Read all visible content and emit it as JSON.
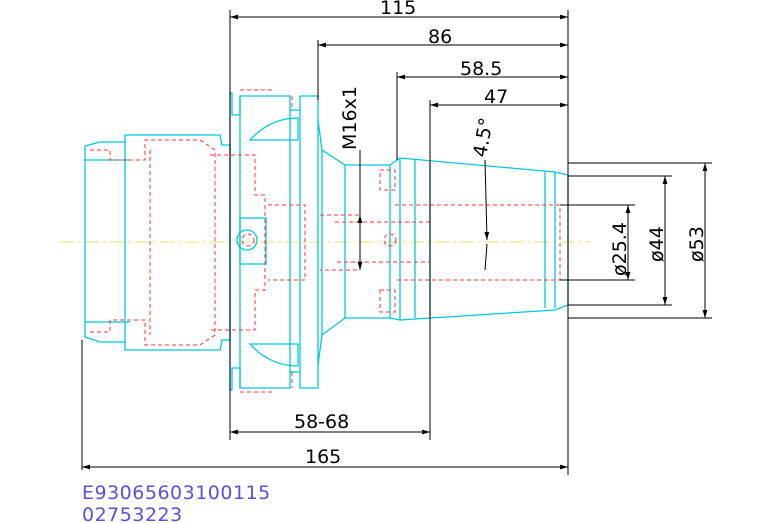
{
  "dimensions": {
    "d115": "115",
    "d86": "86",
    "d58_5": "58.5",
    "d47": "47",
    "angle": "4.5°",
    "thread": "M16x1",
    "dia25": "ø25.4",
    "dia44": "ø44",
    "dia53": "ø53",
    "d58_68": "58-68",
    "d165": "165"
  },
  "part_codes": {
    "line1": "E93065603100115",
    "line2": "02753223"
  },
  "colors": {
    "outline": "#00c8e0",
    "hidden": "#ff3030",
    "dimension": "#000000",
    "centerline": "#e8e060",
    "code_text": "#5a50e0"
  }
}
